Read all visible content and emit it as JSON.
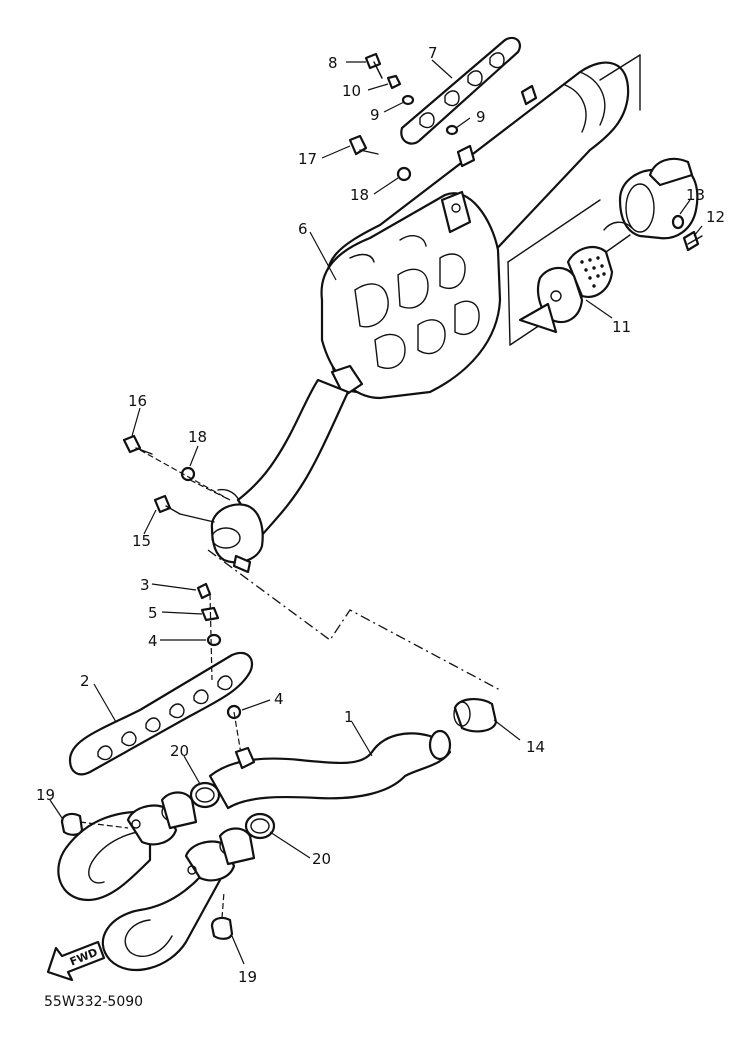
{
  "diagram": {
    "code": "55W332-5090",
    "fwd_label": "FWD",
    "callouts": [
      "1",
      "2",
      "3",
      "4",
      "4",
      "5",
      "6",
      "7",
      "8",
      "9",
      "9",
      "10",
      "11",
      "12",
      "13",
      "14",
      "15",
      "16",
      "17",
      "18",
      "18",
      "19",
      "19",
      "20",
      "20"
    ]
  }
}
